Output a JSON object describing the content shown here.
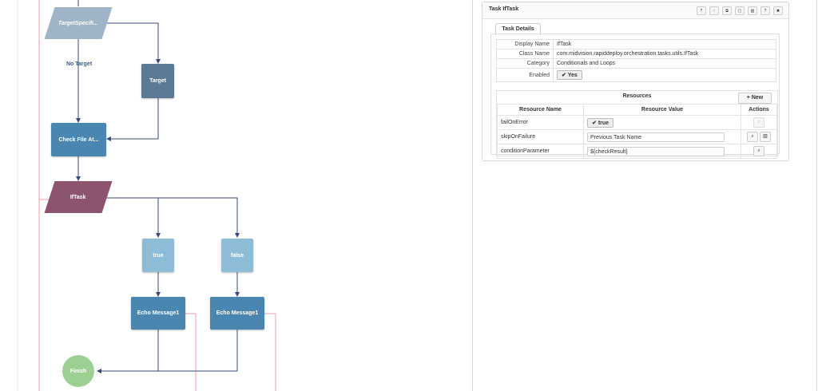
{
  "flow": {
    "nodes": {
      "target_specific": "TargetSpecifi...",
      "target": "Target",
      "check_file": "Check File At...",
      "iftask": "IfTask",
      "true_node": "true",
      "false_node": "false",
      "echo1": "Echo Message1",
      "echo2": "Echo Message1",
      "finish": "Finish"
    },
    "edge_labels": {
      "no_target": "No Target"
    }
  },
  "panel": {
    "title": "Task IfTask",
    "toolbar_icons": [
      "move-top-icon",
      "move-up-icon",
      "copy-icon",
      "paste-icon",
      "delete-icon",
      "help-icon",
      "close-icon"
    ],
    "tab_label": "Task Details",
    "details": {
      "display_name_label": "Display Name",
      "display_name_value": "IfTask",
      "class_name_label": "Class Name",
      "class_name_value": "com.midvision.rapiddeploy.orchestration.tasks.utils.IfTask",
      "category_label": "Category",
      "category_value": "Conditionals and Loops",
      "enabled_label": "Enabled",
      "enabled_value": "Yes"
    },
    "resources": {
      "title": "Resources",
      "new_button": "New",
      "headers": {
        "name": "Resource Name",
        "value": "Resource Value",
        "actions": "Actions"
      },
      "rows": [
        {
          "name": "failOnError",
          "value": "true"
        },
        {
          "name": "skipOnFailure",
          "value": "Previous Task Name"
        },
        {
          "name": "conditionParameter",
          "value": "${checkResult}"
        }
      ]
    }
  },
  "colors": {
    "dark_blue": "#4a86b0",
    "slate": "#5a7a95",
    "light_blue": "#8dbdd6",
    "gray_blue": "#9fb4c6",
    "mauve": "#8d5470",
    "finish_green": "#9ccf92",
    "line": "#3a4a78",
    "red_line": "#e8a0a8"
  }
}
